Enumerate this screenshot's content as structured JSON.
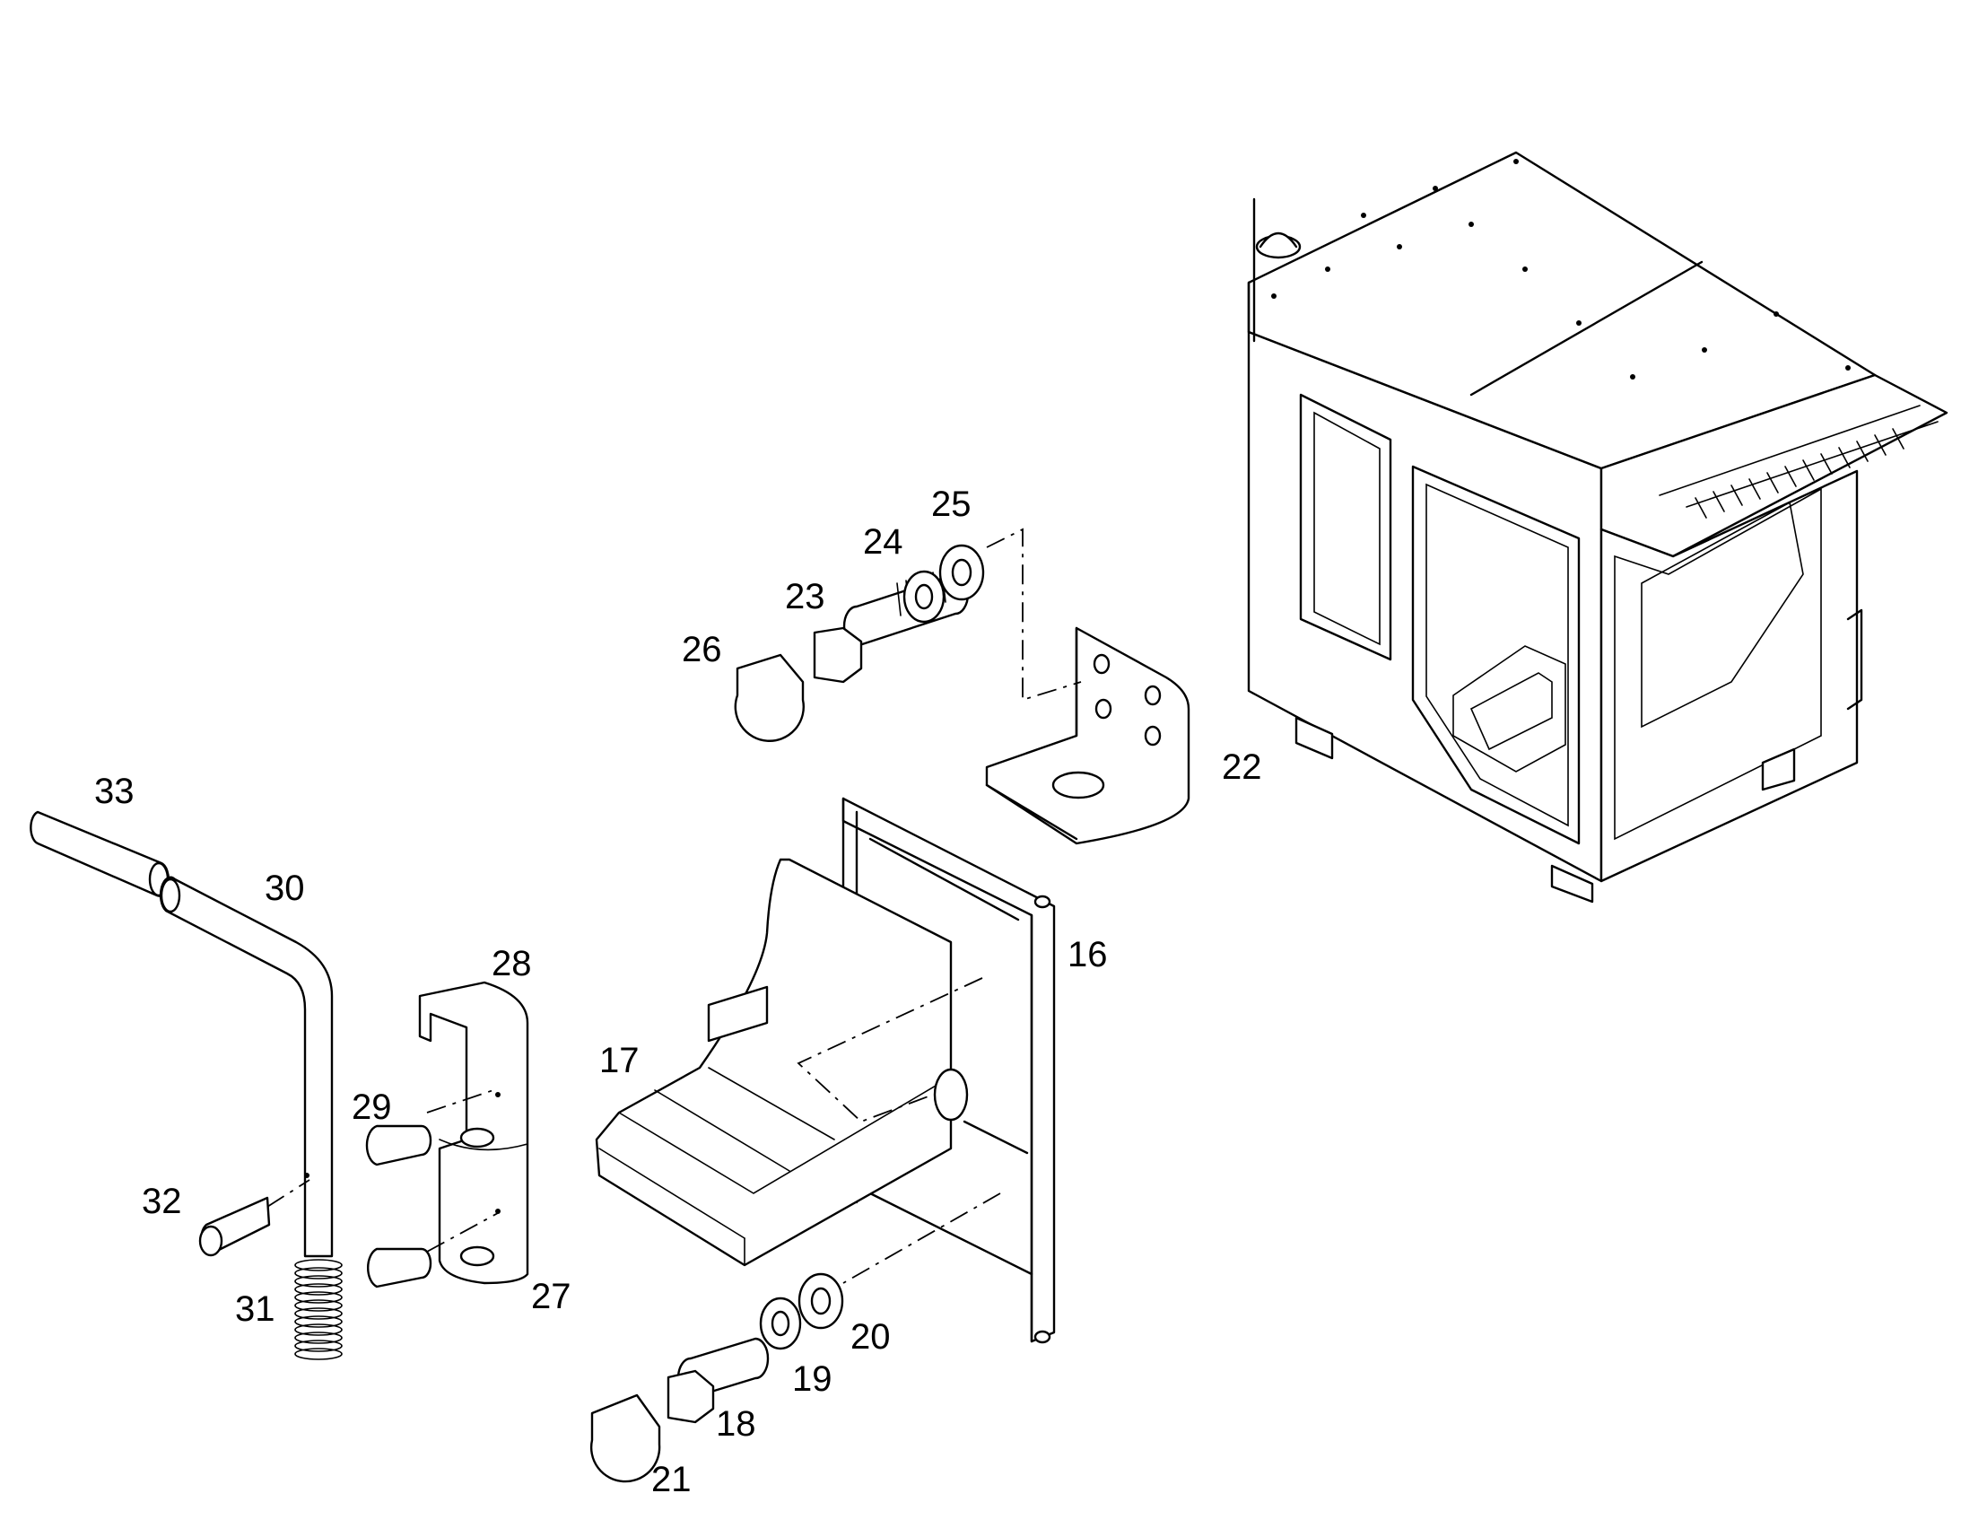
{
  "callouts": {
    "c16": "16",
    "c17": "17",
    "c18": "18",
    "c19": "19",
    "c20": "20",
    "c21": "21",
    "c22": "22",
    "c23": "23",
    "c24": "24",
    "c25": "25",
    "c26": "26",
    "c27": "27",
    "c28": "28",
    "c29": "29",
    "c30": "30",
    "c31": "31",
    "c32": "32",
    "c33": "33"
  }
}
